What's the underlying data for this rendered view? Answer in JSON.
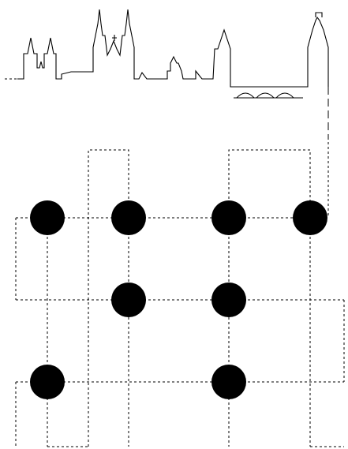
{
  "diagram": {
    "colors": {
      "ink": "#000000",
      "background": "#ffffff"
    },
    "grid": {
      "columns": 4,
      "rows": 3,
      "nodes": [
        {
          "col": 0,
          "row": 0
        },
        {
          "col": 1,
          "row": 0
        },
        {
          "col": 2,
          "row": 0
        },
        {
          "col": 3,
          "row": 0
        },
        {
          "col": 1,
          "row": 1
        },
        {
          "col": 2,
          "row": 1
        },
        {
          "col": 0,
          "row": 2
        },
        {
          "col": 2,
          "row": 2
        }
      ]
    }
  }
}
